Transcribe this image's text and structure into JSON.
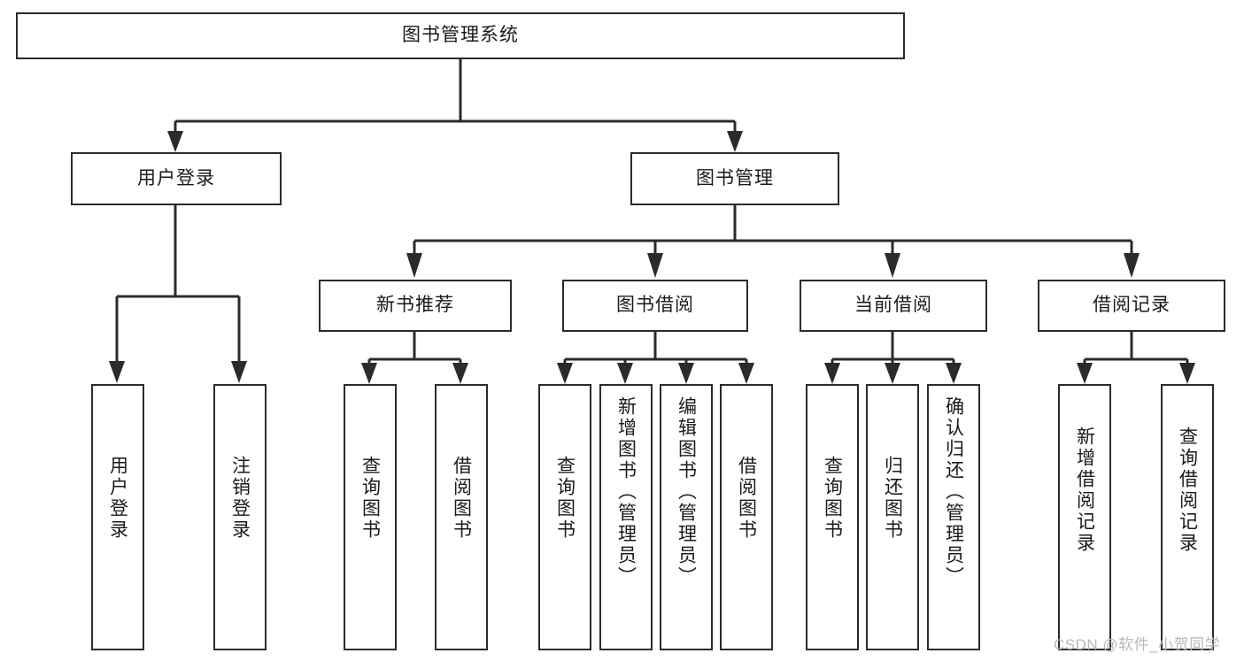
{
  "diagram": {
    "type": "tree-hierarchy",
    "title": "图书管理系统",
    "watermark": "CSDN @软件_小贺同学",
    "colors": {
      "stroke": "#2b2b2b",
      "fill": "#ffffff",
      "text": "#1a1a1a",
      "watermark": "#b8b8b8"
    },
    "levels": {
      "root": {
        "label": "图书管理系统"
      },
      "level2": [
        {
          "label": "用户登录"
        },
        {
          "label": "图书管理"
        }
      ],
      "level3": [
        {
          "label": "新书推荐"
        },
        {
          "label": "图书借阅"
        },
        {
          "label": "当前借阅"
        },
        {
          "label": "借阅记录"
        }
      ],
      "leaves_user_login": [
        {
          "label": "用户登录"
        },
        {
          "label": "注销登录"
        }
      ],
      "leaves_new_book": [
        {
          "label": "查询图书"
        },
        {
          "label": "借阅图书"
        }
      ],
      "leaves_borrow": [
        {
          "label": "查询图书"
        },
        {
          "label": "新增图书（管理员）"
        },
        {
          "label": "编辑图书（管理员）"
        },
        {
          "label": "借阅图书"
        }
      ],
      "leaves_current": [
        {
          "label": "查询图书"
        },
        {
          "label": "归还图书"
        },
        {
          "label": "确认归还（管理员）"
        }
      ],
      "leaves_record": [
        {
          "label": "新增借阅记录"
        },
        {
          "label": "查询借阅记录"
        }
      ]
    }
  }
}
